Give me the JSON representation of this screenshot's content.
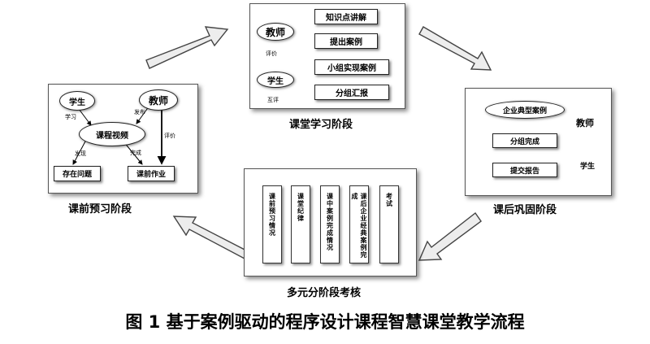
{
  "figure_title": "图 1 基于案例驱动的程序设计课程智慧课堂教学流程",
  "preclass": {
    "title": "课前预习阶段",
    "student": "学生",
    "teacher": "教师",
    "video": "课程视频",
    "problems": "存在问题",
    "homework": "课前作业",
    "edge_study": "学习",
    "edge_publish": "发布",
    "edge_discover": "发现",
    "edge_complete": "完成",
    "edge_evaluate": "评价"
  },
  "inclass": {
    "title": "课堂学习阶段",
    "teacher": "教师",
    "student": "学生",
    "knowledge": "知识点讲解",
    "propose": "提出案例",
    "group_implement": "小组实现案例",
    "group_report": "分组汇报",
    "edge_evaluate": "评价",
    "edge_mutual": "互评"
  },
  "afterclass": {
    "title": "课后巩固阶段",
    "enterprise_case": "企业典型案例",
    "group_complete": "分组完成",
    "submit_report": "提交报告",
    "teacher": "教师",
    "student": "学生"
  },
  "assessment": {
    "title": "多元分阶段考核",
    "items": [
      "课前预习情况",
      "课堂纪律",
      "课中案例完成情况",
      "课后企业经典案例完成",
      "考试"
    ]
  }
}
